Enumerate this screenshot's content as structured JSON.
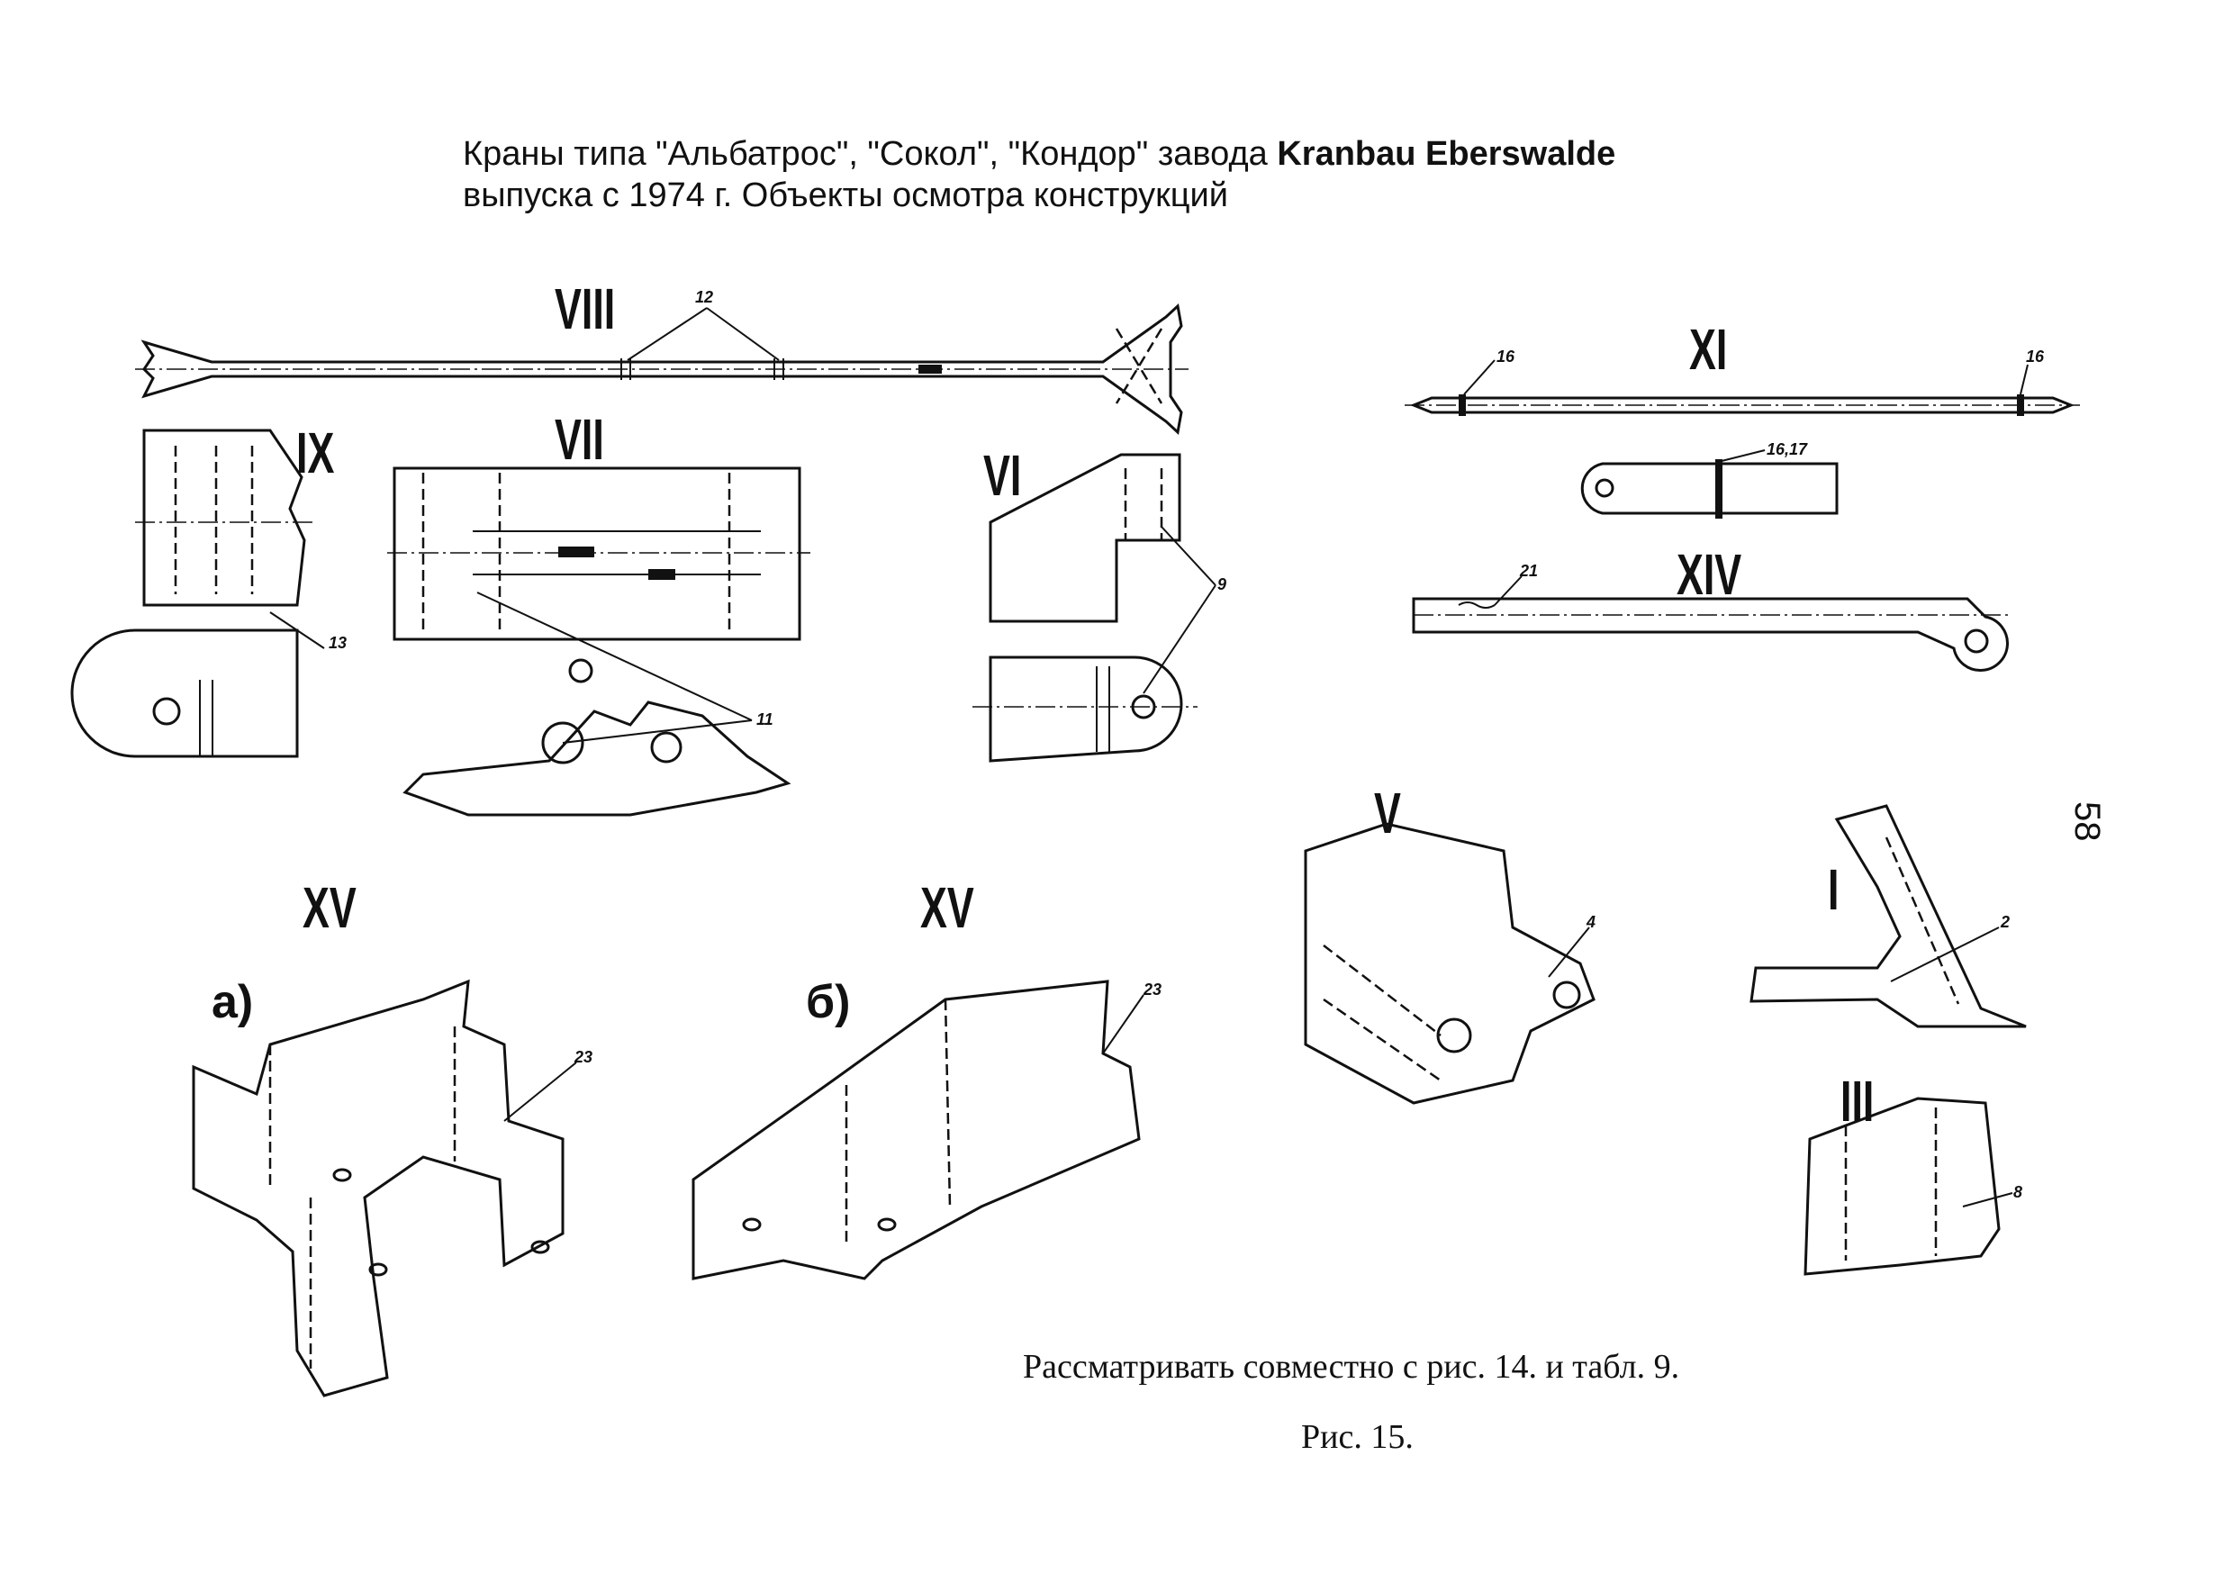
{
  "header": {
    "title_line1_prefix": "Краны типа \"Альбатрос\", \"Сокол\", \"Кондор\" завода ",
    "title_line1_brand": "Kranbau Eberswalde",
    "title_line2": "выпуска с 1974 г. Объекты осмотра конструкций"
  },
  "figure": {
    "labels": {
      "viii": "VIII",
      "ix": "IX",
      "vii": "VII",
      "vi": "VI",
      "xi": "XI",
      "xiv": "XIV",
      "xv_a": "XV",
      "xv_b": "XV",
      "v": "V",
      "i": "I",
      "iii": "III",
      "sub_a": "а)",
      "sub_b": "б)"
    },
    "callouts": {
      "n12": "12",
      "n13": "13",
      "n11": "11",
      "n9": "9",
      "n16a": "16",
      "n16b": "16",
      "n1617": "16,17",
      "n21": "21",
      "n23a": "23",
      "n23b": "23",
      "n4": "4",
      "n2": "2",
      "n8": "8"
    }
  },
  "footer": {
    "note": "Рассматривать совместно с рис. 14. и табл. 9.",
    "figure_caption": "Рис. 15."
  },
  "page_number": "58"
}
